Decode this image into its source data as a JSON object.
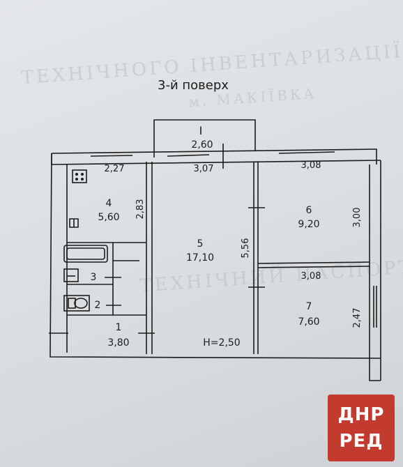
{
  "title": "3-й поверх",
  "background_text": {
    "line1": "ТЕХНІЧНОГО ІНВЕНТАРИЗАЦІЇ",
    "line2": "м. МАКІЇВКА",
    "line3": "ТЕХНІЧНИЙ ПАСПОРТ"
  },
  "rooms": [
    {
      "id": "1",
      "area": "3,80"
    },
    {
      "id": "2"
    },
    {
      "id": "3"
    },
    {
      "id": "4",
      "area": "5,60"
    },
    {
      "id": "5",
      "area": "17,10"
    },
    {
      "id": "6",
      "area": "9,20"
    },
    {
      "id": "7",
      "area": "7,60"
    },
    {
      "id": "I",
      "area": "2,60"
    }
  ],
  "dimensions": {
    "kitchen_width": "2,27",
    "kitchen_depth": "2,83",
    "living_width": "3,07",
    "living_depth": "5,56",
    "bedroom6_width": "3,08",
    "bedroom6_depth": "3,00",
    "bedroom7_width": "3,08",
    "bedroom7_depth": "2,47"
  },
  "ceiling_height": "H=2,50",
  "watermark": {
    "line1": "ДНР",
    "line2": "РЕД"
  },
  "colors": {
    "line": "#1c1c1c",
    "watermark": "#c33a2e",
    "paper": "#dfe2e5"
  }
}
